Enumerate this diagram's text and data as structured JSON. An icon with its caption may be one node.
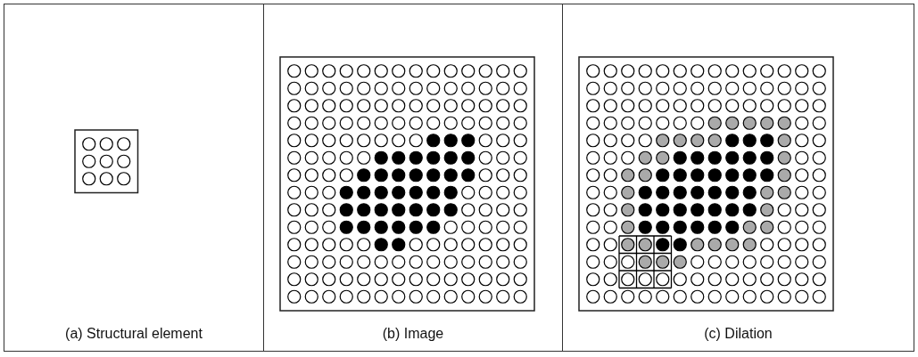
{
  "diagram": {
    "nodes": [
      {
        "text": [
          "(a) Structural element"
        ]
      },
      {
        "text": [
          "(b) Image"
        ]
      },
      {
        "text": [
          "(c) Dilation"
        ]
      }
    ]
  }
}
